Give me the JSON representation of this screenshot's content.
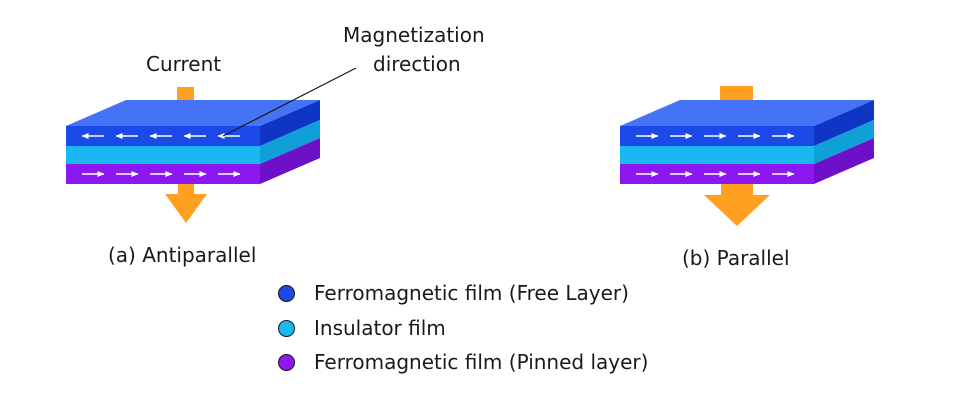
{
  "labels": {
    "current": "Current",
    "magnetization_line1": "Magnetization",
    "magnetization_line2": "direction",
    "caption_a": "(a) Antiparallel",
    "caption_b": "(b) Parallel"
  },
  "colors": {
    "free_top": "#4473f5",
    "free_front": "#1c4ae8",
    "free_side": "#0f35c4",
    "insulator_top": "#35cdf2",
    "insulator_front": "#1ab8f0",
    "insulator_side": "#0fa0d8",
    "pinned_top": "#a24ff0",
    "pinned_front": "#8d17f0",
    "pinned_side": "#6d10c8",
    "current_arrow": "#ffa020"
  },
  "legend": [
    {
      "label": "Ferromagnetic film (Free Layer)",
      "color": "#1c4ae8"
    },
    {
      "label": "Insulator film",
      "color": "#1ab8f0"
    },
    {
      "label": "Ferromagnetic film (Pinned layer)",
      "color": "#8d17f0"
    }
  ]
}
